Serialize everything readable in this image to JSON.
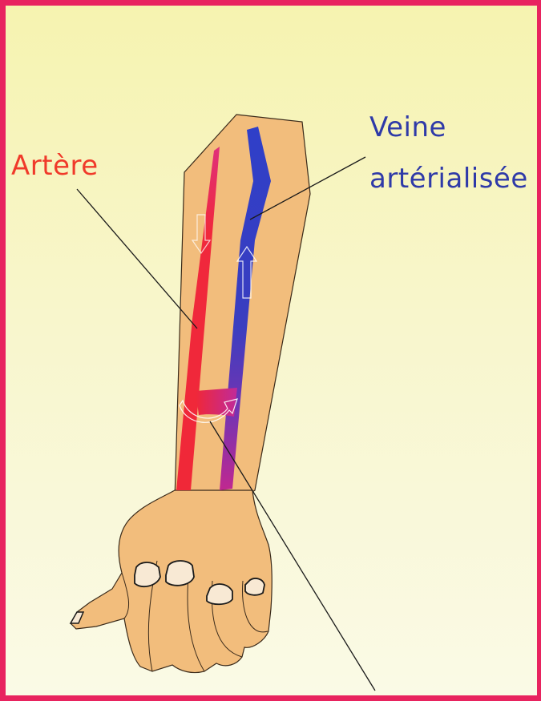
{
  "labels": {
    "artery": "Artère",
    "vein_line1": "Veine",
    "vein_line2": "artérialisée"
  },
  "colors": {
    "frame": "#e8235f",
    "background": "#f7f5c4",
    "artery_label": "#f03a2a",
    "vein_label": "#2f3aa8",
    "skin": "#f2bd7c",
    "artery": "#f0283c",
    "vein": "#2b3ec0",
    "outline": "#1a1a1a"
  }
}
